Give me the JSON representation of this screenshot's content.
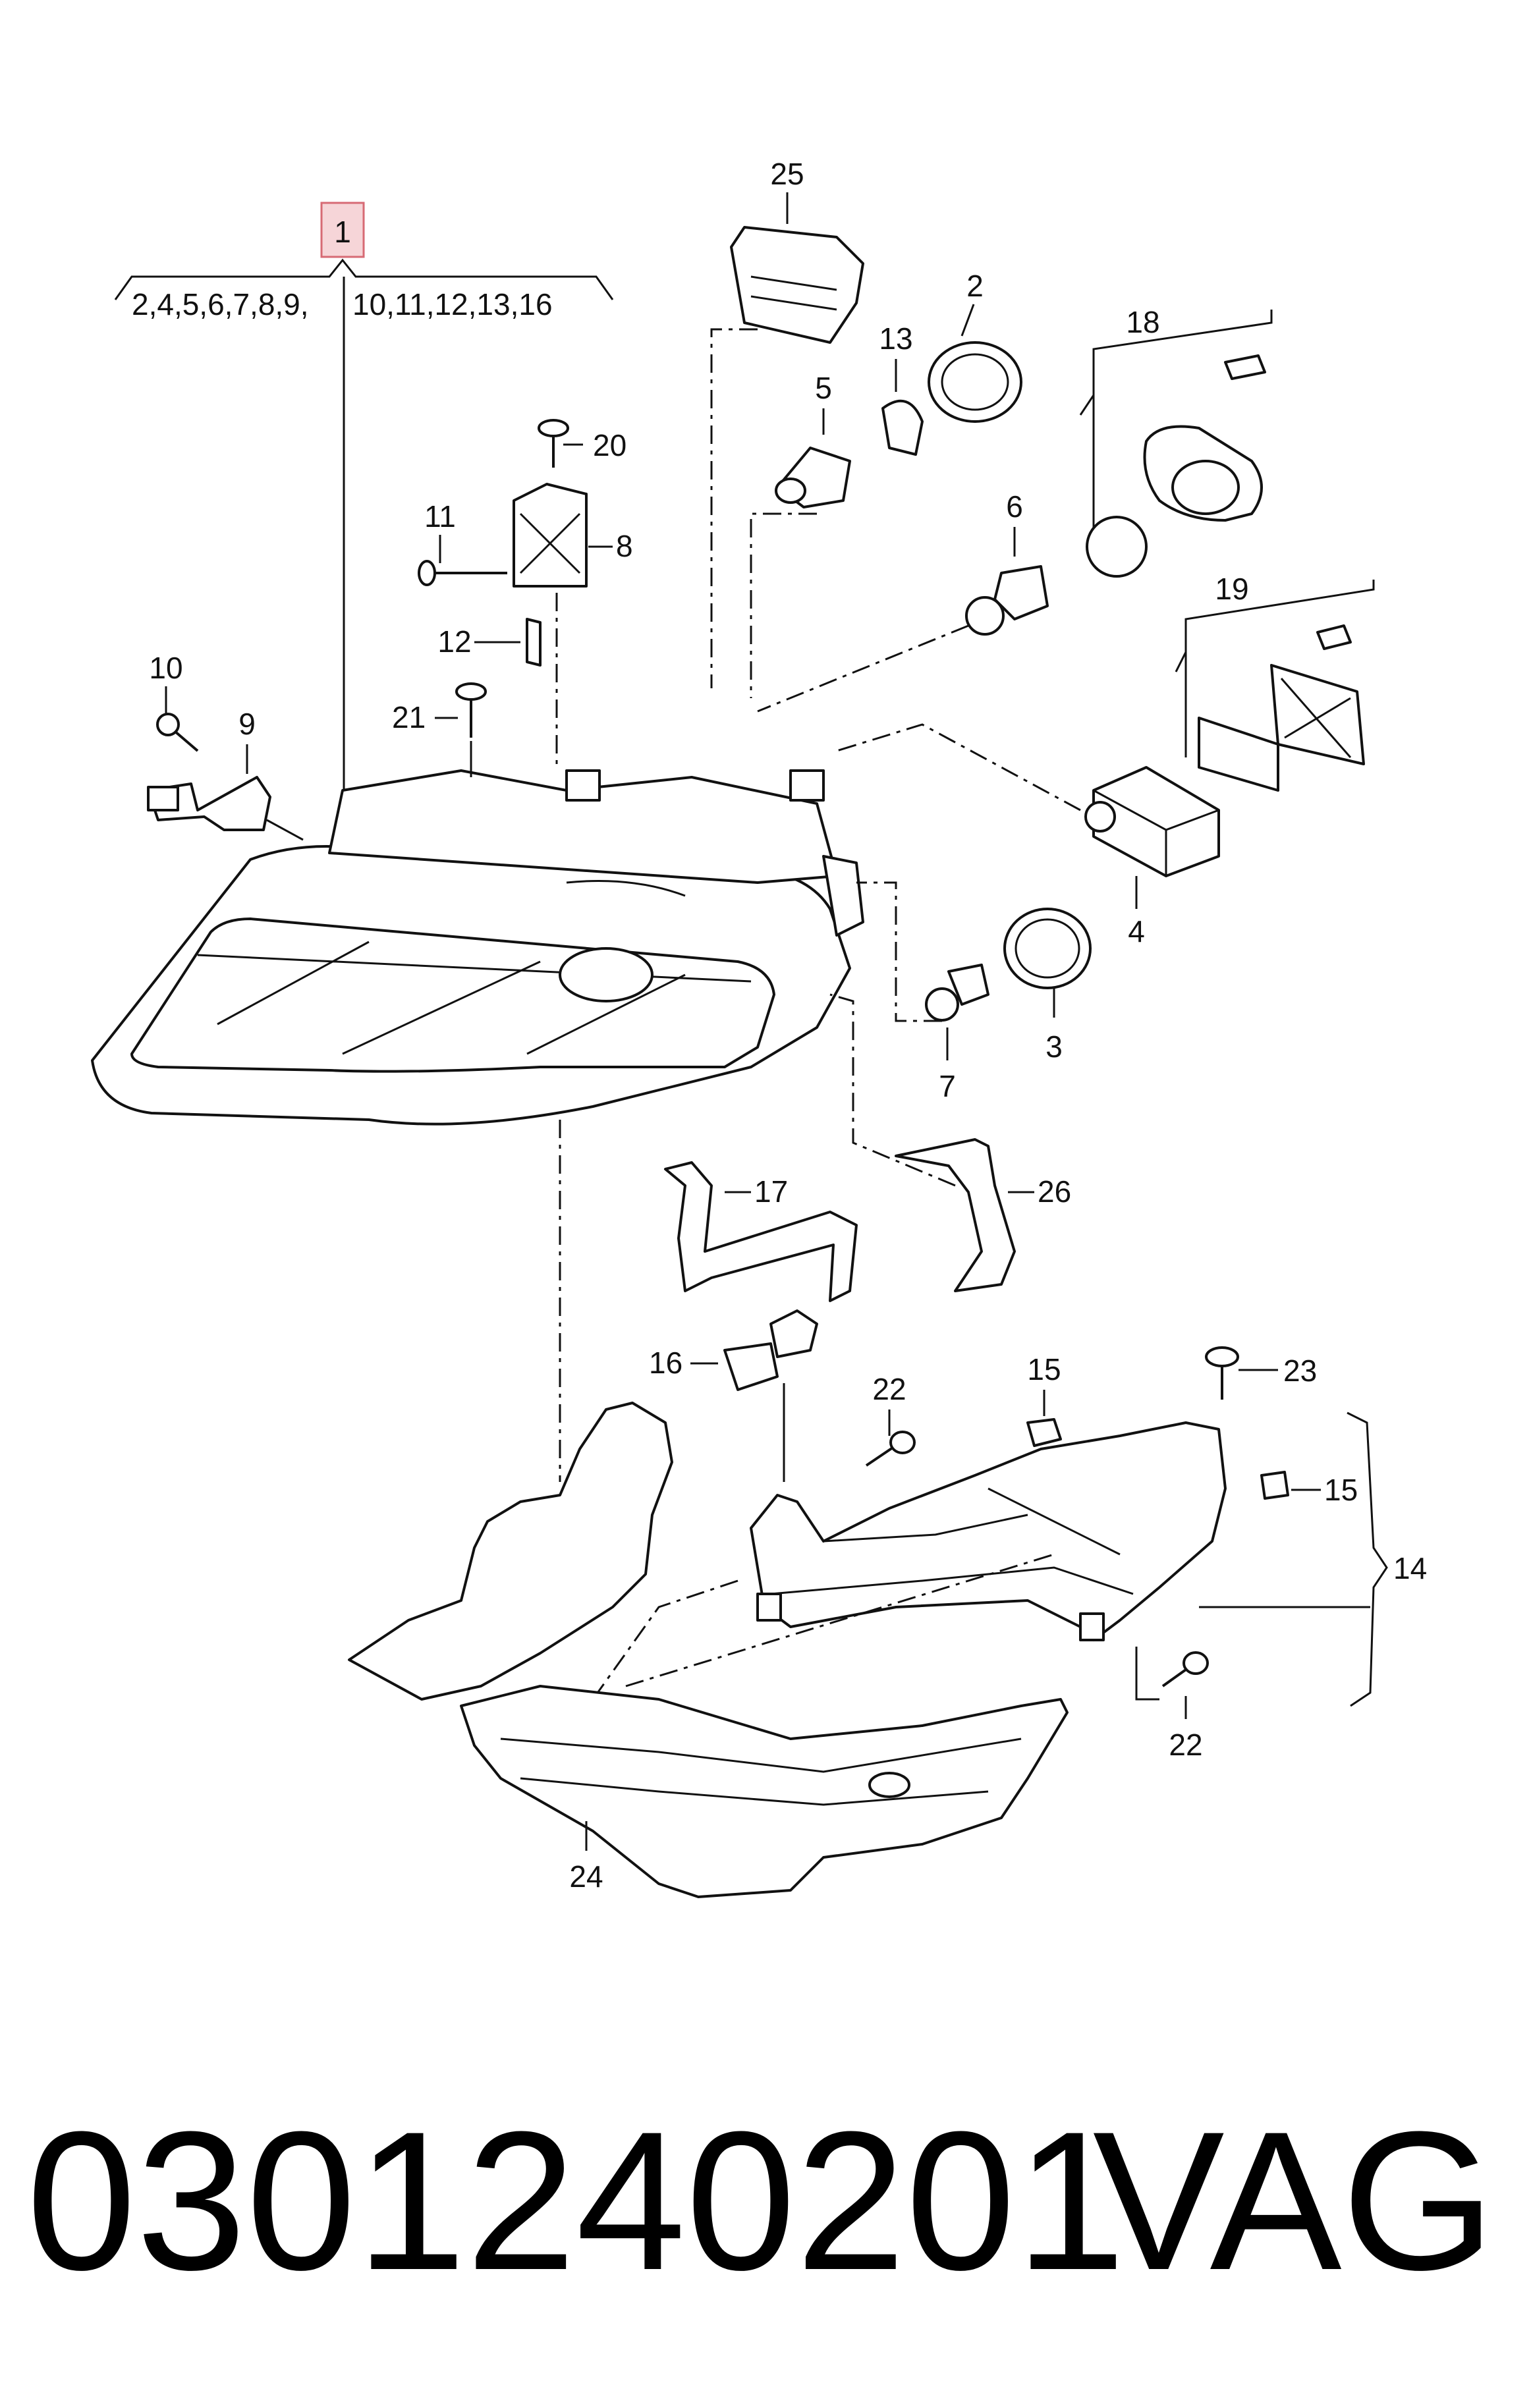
{
  "callouts": {
    "c1": "1",
    "c2": "2",
    "c3": "3",
    "c4": "4",
    "c5": "5",
    "c6": "6",
    "c7": "7",
    "c8": "8",
    "c9": "9",
    "c10": "10",
    "c11": "11",
    "c12": "12",
    "c13": "13",
    "c14": "14",
    "c15a": "15",
    "c15b": "15",
    "c16": "16",
    "c17": "17",
    "c18": "18",
    "c19": "19",
    "c20": "20",
    "c21": "21",
    "c22a": "22",
    "c22b": "22",
    "c23": "23",
    "c24": "24",
    "c25": "25",
    "c26": "26"
  },
  "group": {
    "left_items": "2,4,5,6,7,8,9,",
    "right_items": "10,11,12,13,16"
  },
  "footer": {
    "part_number": "0301240201",
    "brand": "VAG"
  },
  "colors": {
    "highlight_fill": "#f6d5d8",
    "highlight_stroke": "#d76a74",
    "line": "#111111"
  }
}
